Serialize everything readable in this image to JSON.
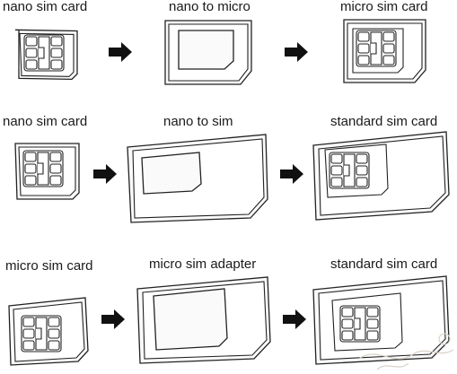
{
  "rows": [
    {
      "source_label": "nano sim card",
      "adapter_label": "nano to micro",
      "result_label": "micro sim card"
    },
    {
      "source_label": "nano sim card",
      "adapter_label": "nano to sim",
      "result_label": "standard sim card"
    },
    {
      "source_label": "micro sim card",
      "adapter_label": "micro sim adapter",
      "result_label": "standard sim card"
    }
  ],
  "icons": {
    "arrow": "right-arrow-icon",
    "chip": "sim-chip-icon",
    "watermark": "decorative-flourish-icon"
  },
  "colors": {
    "line": "#222222",
    "arrow": "#111111",
    "background": "#ffffff"
  }
}
